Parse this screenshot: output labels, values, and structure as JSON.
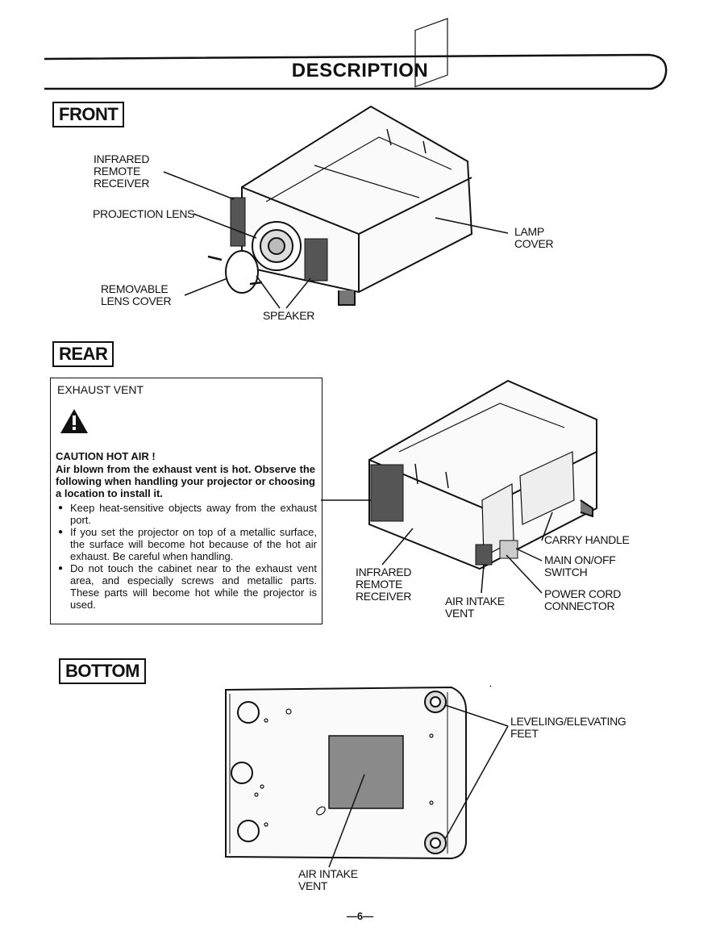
{
  "page": {
    "title": "DESCRIPTION",
    "page_number": "—6—"
  },
  "front": {
    "heading": "FRONT",
    "labels": {
      "infrared": "INFRARED\nREMOTE\nRECEIVER",
      "projection_lens": "PROJECTION LENS",
      "removable_lens_cover": "REMOVABLE\nLENS COVER",
      "speaker": "SPEAKER",
      "lamp_cover": "LAMP\nCOVER"
    }
  },
  "rear": {
    "heading": "REAR",
    "caution": {
      "header": "EXHAUST VENT",
      "title": "CAUTION HOT AIR !",
      "body": "Air blown from the exhaust vent is hot. Observe the following when handling your projector or choosing a location to install it.",
      "bullets": [
        "Keep heat-sensitive objects away from the exhaust port.",
        "If you set the projector on top of a metallic surface, the surface will become hot because of the hot air exhaust. Be careful when handling.",
        "Do not touch the cabinet near to the exhaust vent area, and especially screws and metallic parts. These parts will become hot while the projector is used."
      ],
      "icon": "warning-triangle-icon"
    },
    "labels": {
      "infrared": "INFRARED\nREMOTE\nRECEIVER",
      "air_intake_vent": "AIR INTAKE\nVENT",
      "carry_handle": "CARRY HANDLE",
      "main_switch": "MAIN ON/OFF\nSWITCH",
      "power_cord": "POWER CORD\nCONNECTOR"
    }
  },
  "bottom": {
    "heading": "BOTTOM",
    "labels": {
      "leveling_feet": "LEVELING/ELEVATING\nFEET",
      "air_intake_vent": "AIR INTAKE\nVENT"
    }
  }
}
